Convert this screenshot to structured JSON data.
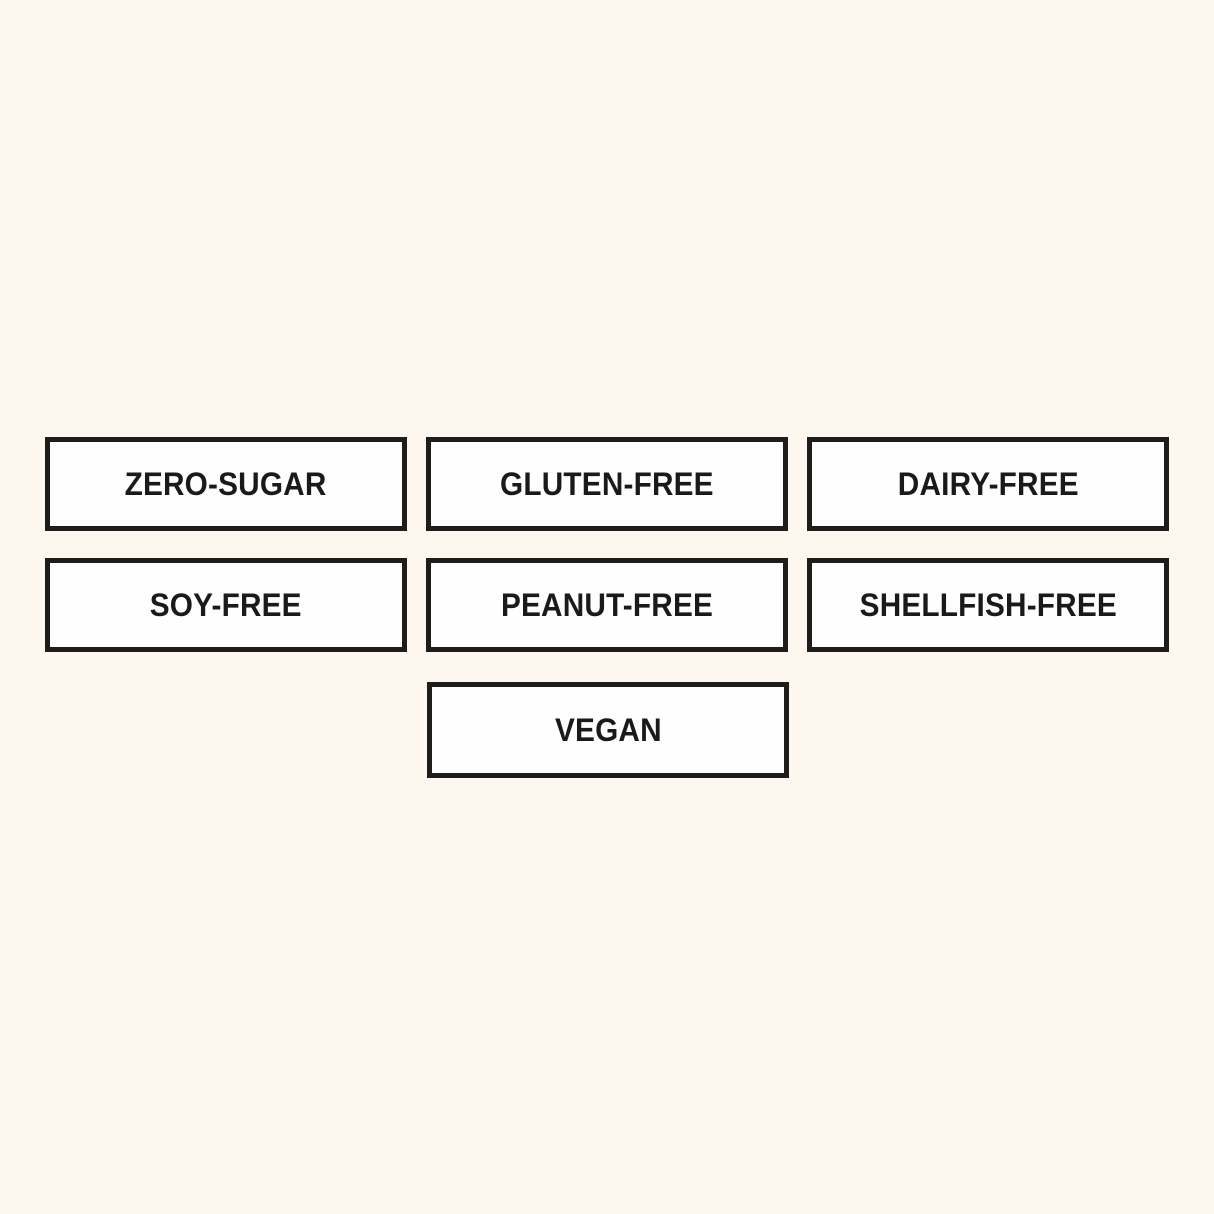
{
  "page": {
    "background_color": "#fdf7ef",
    "badge_fill_color": "#fefefe",
    "badge_border_color": "#1f1d1b",
    "badge_text_color": "#1a1a1a"
  },
  "badges": {
    "rows": [
      {
        "items": [
          {
            "label": "ZERO-SUGAR"
          },
          {
            "label": "GLUTEN-FREE"
          },
          {
            "label": "DAIRY-FREE"
          }
        ]
      },
      {
        "items": [
          {
            "label": "SOY-FREE"
          },
          {
            "label": "PEANUT-FREE"
          },
          {
            "label": "SHELLFISH-FREE"
          }
        ]
      },
      {
        "items": [
          {
            "label": "VEGAN"
          }
        ]
      }
    ]
  }
}
